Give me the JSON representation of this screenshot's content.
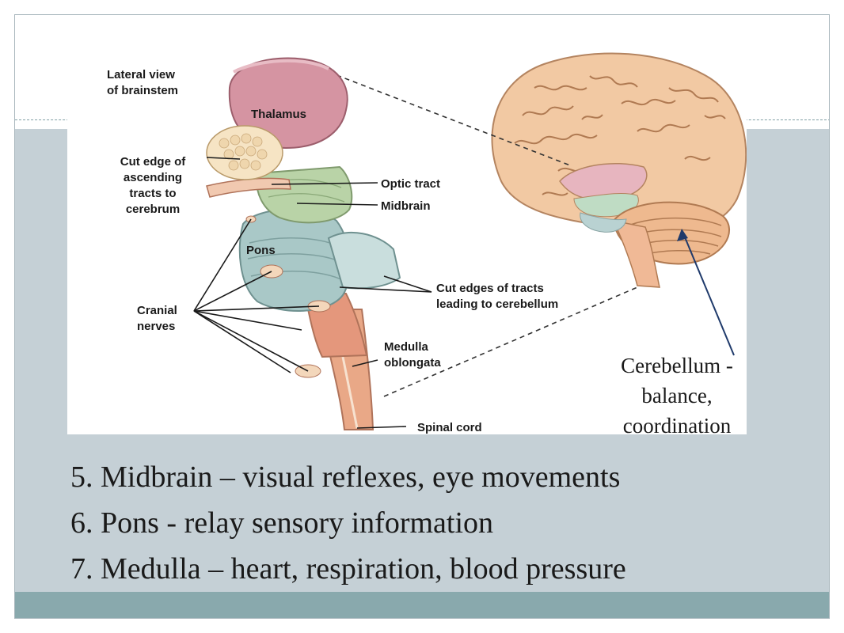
{
  "figure": {
    "heading": [
      "Lateral view",
      "of brainstem"
    ],
    "labels": {
      "thalamus": "Thalamus",
      "cut_edge_ascending": [
        "Cut edge of",
        "ascending",
        "tracts to",
        "cerebrum"
      ],
      "optic_tract": "Optic tract",
      "midbrain": "Midbrain",
      "pons": "Pons",
      "cut_edges_cerebellum": [
        "Cut edges of tracts",
        "leading to cerebellum"
      ],
      "cranial_nerves": [
        "Cranial",
        "nerves"
      ],
      "medulla_oblongata": [
        "Medulla",
        "oblongata"
      ],
      "spinal_cord": "Spinal cord"
    },
    "caption": {
      "cerebellum": [
        "Cerebellum -",
        "balance,",
        "coordination"
      ]
    }
  },
  "bullets": [
    "5.  Midbrain – visual reflexes, eye movements",
    "6. Pons - relay sensory information",
    "7.  Medulla – heart, respiration, blood pressure"
  ],
  "colors": {
    "content_band": "#c5d0d6",
    "bottom_bar": "#89a9ad",
    "arrow": "#1f3a6b"
  }
}
